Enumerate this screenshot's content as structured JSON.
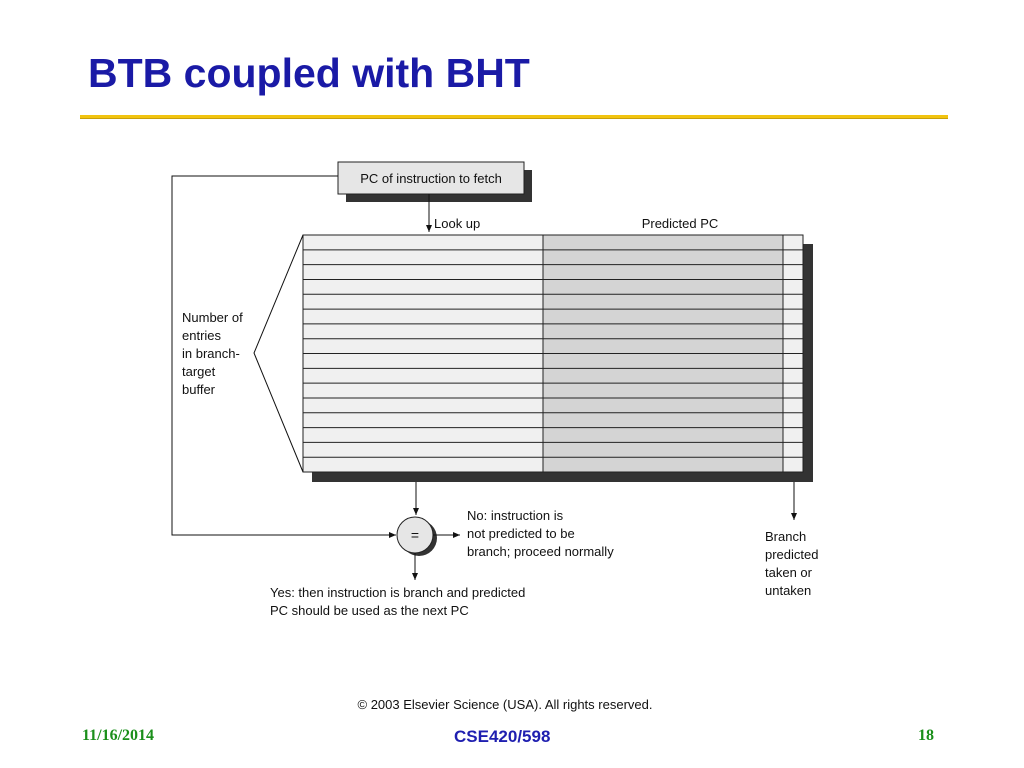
{
  "slide": {
    "title": "BTB coupled with BHT",
    "footer_date": "11/16/2014",
    "footer_course": "CSE420/598",
    "footer_page": "18"
  },
  "diagram": {
    "pc_box_label": "PC of instruction to fetch",
    "lookup_label": "Look up",
    "predicted_pc_label": "Predicted PC",
    "entries_label": [
      "Number of",
      "entries",
      "in branch-",
      "target",
      "buffer"
    ],
    "compare_symbol": "=",
    "no_label": [
      "No:  instruction is",
      "not predicted to be",
      "branch; proceed normally"
    ],
    "yes_label": [
      "Yes:  then instruction is branch and predicted",
      "PC should be used as the next PC"
    ],
    "branch_predicted_label": [
      "Branch",
      "predicted",
      "taken or",
      "untaken"
    ],
    "copyright": "© 2003 Elsevier Science (USA). All rights reserved.",
    "table_rows": 16
  },
  "colors": {
    "title": "#1a1aa6",
    "rule": "#f2c40f",
    "footer_green": "#1a8f1a",
    "footer_blue": "#1f1fb0"
  }
}
